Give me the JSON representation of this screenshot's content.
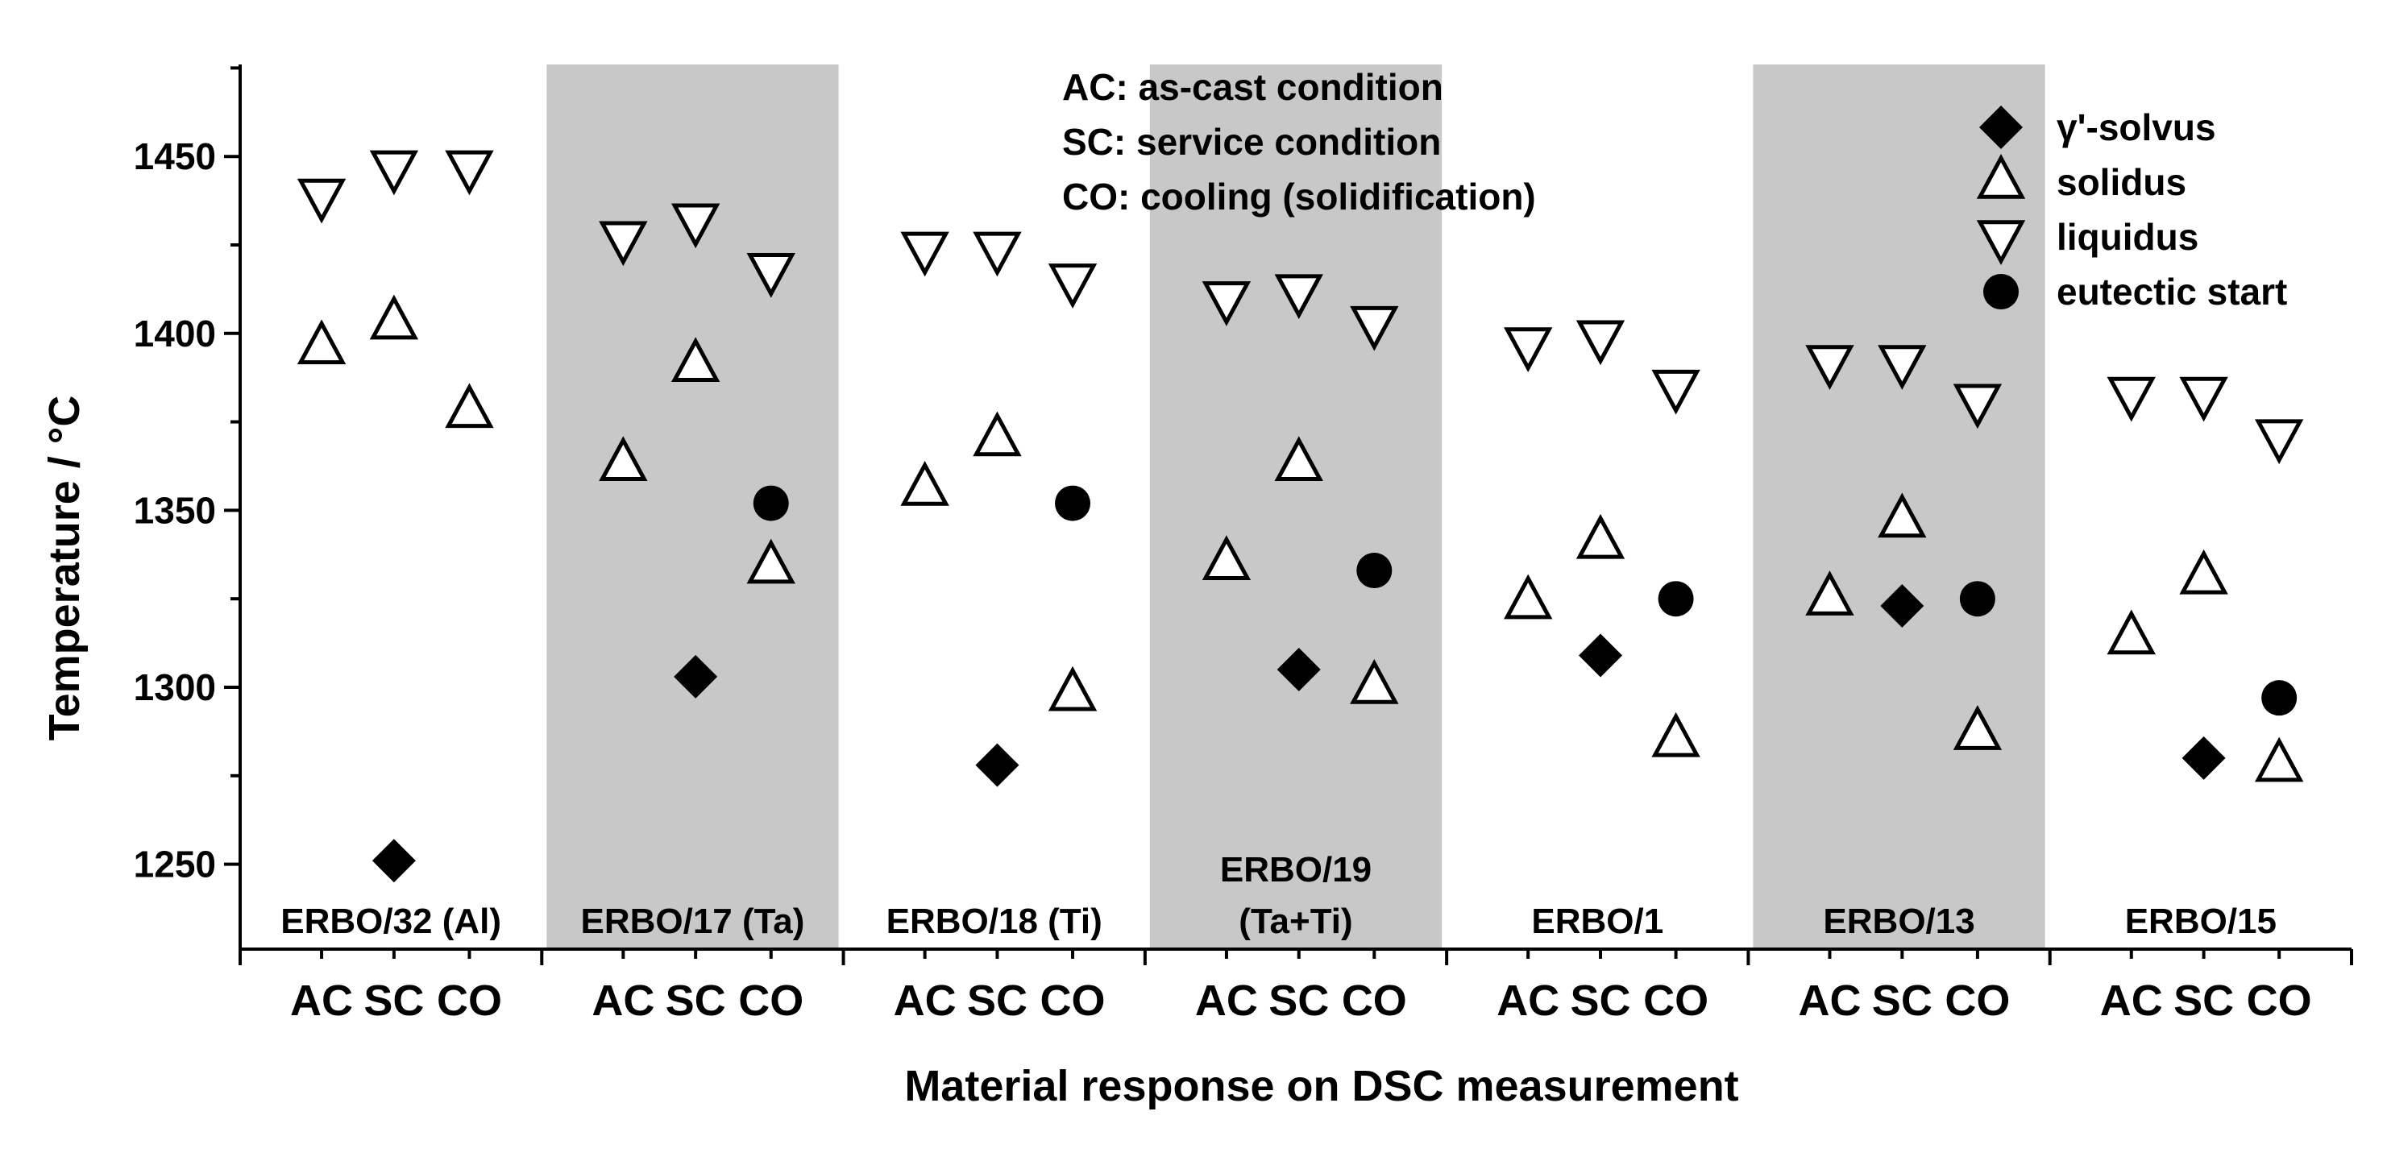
{
  "chart_data": {
    "type": "scatter",
    "xlabel": "Material response on DSC measurement",
    "ylabel": "Temperature  / °C",
    "ylim": [
      1226,
      1476
    ],
    "yticks": [
      1250,
      1300,
      1350,
      1400,
      1450
    ],
    "conditions": [
      "AC",
      "SC",
      "CO"
    ],
    "groups": [
      {
        "label_lines": [
          "ERBO/32 (Al)"
        ],
        "shaded": false
      },
      {
        "label_lines": [
          "ERBO/17 (Ta)"
        ],
        "shaded": true
      },
      {
        "label_lines": [
          "ERBO/18 (Ti)"
        ],
        "shaded": false
      },
      {
        "label_lines": [
          "ERBO/19",
          "(Ta+Ti)"
        ],
        "shaded": true
      },
      {
        "label_lines": [
          "ERBO/1"
        ],
        "shaded": false
      },
      {
        "label_lines": [
          "ERBO/13"
        ],
        "shaded": true
      },
      {
        "label_lines": [
          "ERBO/15"
        ],
        "shaded": false
      }
    ],
    "notes": [
      "AC: as-cast condition",
      "SC: service condition",
      "CO: cooling (solidification)"
    ],
    "legend_position": "top-right",
    "series": [
      {
        "name": "γ'-solvus",
        "marker": "diamond",
        "points": [
          {
            "group": 0,
            "cond": "SC",
            "y": 1251
          },
          {
            "group": 1,
            "cond": "SC",
            "y": 1303
          },
          {
            "group": 2,
            "cond": "SC",
            "y": 1278
          },
          {
            "group": 3,
            "cond": "SC",
            "y": 1305
          },
          {
            "group": 4,
            "cond": "SC",
            "y": 1309
          },
          {
            "group": 5,
            "cond": "SC",
            "y": 1323
          },
          {
            "group": 6,
            "cond": "SC",
            "y": 1280
          }
        ]
      },
      {
        "name": "solidus",
        "marker": "triangle-up",
        "points": [
          {
            "group": 0,
            "cond": "AC",
            "y": 1396
          },
          {
            "group": 0,
            "cond": "SC",
            "y": 1403
          },
          {
            "group": 0,
            "cond": "CO",
            "y": 1378
          },
          {
            "group": 1,
            "cond": "AC",
            "y": 1363
          },
          {
            "group": 1,
            "cond": "SC",
            "y": 1391
          },
          {
            "group": 1,
            "cond": "CO",
            "y": 1334
          },
          {
            "group": 2,
            "cond": "AC",
            "y": 1356
          },
          {
            "group": 2,
            "cond": "SC",
            "y": 1370
          },
          {
            "group": 2,
            "cond": "CO",
            "y": 1298
          },
          {
            "group": 3,
            "cond": "AC",
            "y": 1335
          },
          {
            "group": 3,
            "cond": "SC",
            "y": 1363
          },
          {
            "group": 3,
            "cond": "CO",
            "y": 1300
          },
          {
            "group": 4,
            "cond": "AC",
            "y": 1324
          },
          {
            "group": 4,
            "cond": "SC",
            "y": 1341
          },
          {
            "group": 4,
            "cond": "CO",
            "y": 1285
          },
          {
            "group": 5,
            "cond": "AC",
            "y": 1325
          },
          {
            "group": 5,
            "cond": "SC",
            "y": 1347
          },
          {
            "group": 5,
            "cond": "CO",
            "y": 1287
          },
          {
            "group": 6,
            "cond": "AC",
            "y": 1314
          },
          {
            "group": 6,
            "cond": "SC",
            "y": 1331
          },
          {
            "group": 6,
            "cond": "CO",
            "y": 1278
          }
        ]
      },
      {
        "name": "liquidus",
        "marker": "triangle-down",
        "points": [
          {
            "group": 0,
            "cond": "AC",
            "y": 1439
          },
          {
            "group": 0,
            "cond": "SC",
            "y": 1447
          },
          {
            "group": 0,
            "cond": "CO",
            "y": 1447
          },
          {
            "group": 1,
            "cond": "AC",
            "y": 1427
          },
          {
            "group": 1,
            "cond": "SC",
            "y": 1432
          },
          {
            "group": 1,
            "cond": "CO",
            "y": 1418
          },
          {
            "group": 2,
            "cond": "AC",
            "y": 1424
          },
          {
            "group": 2,
            "cond": "SC",
            "y": 1424
          },
          {
            "group": 2,
            "cond": "CO",
            "y": 1415
          },
          {
            "group": 3,
            "cond": "AC",
            "y": 1410
          },
          {
            "group": 3,
            "cond": "SC",
            "y": 1412
          },
          {
            "group": 3,
            "cond": "CO",
            "y": 1403
          },
          {
            "group": 4,
            "cond": "AC",
            "y": 1397
          },
          {
            "group": 4,
            "cond": "SC",
            "y": 1399
          },
          {
            "group": 4,
            "cond": "CO",
            "y": 1385
          },
          {
            "group": 5,
            "cond": "AC",
            "y": 1392
          },
          {
            "group": 5,
            "cond": "SC",
            "y": 1392
          },
          {
            "group": 5,
            "cond": "CO",
            "y": 1381
          },
          {
            "group": 6,
            "cond": "AC",
            "y": 1383
          },
          {
            "group": 6,
            "cond": "SC",
            "y": 1383
          },
          {
            "group": 6,
            "cond": "CO",
            "y": 1371
          }
        ]
      },
      {
        "name": "eutectic start",
        "marker": "circle",
        "points": [
          {
            "group": 1,
            "cond": "CO",
            "y": 1352
          },
          {
            "group": 2,
            "cond": "CO",
            "y": 1352
          },
          {
            "group": 3,
            "cond": "CO",
            "y": 1333
          },
          {
            "group": 4,
            "cond": "CO",
            "y": 1325
          },
          {
            "group": 5,
            "cond": "CO",
            "y": 1325
          },
          {
            "group": 6,
            "cond": "CO",
            "y": 1297
          }
        ]
      }
    ]
  }
}
